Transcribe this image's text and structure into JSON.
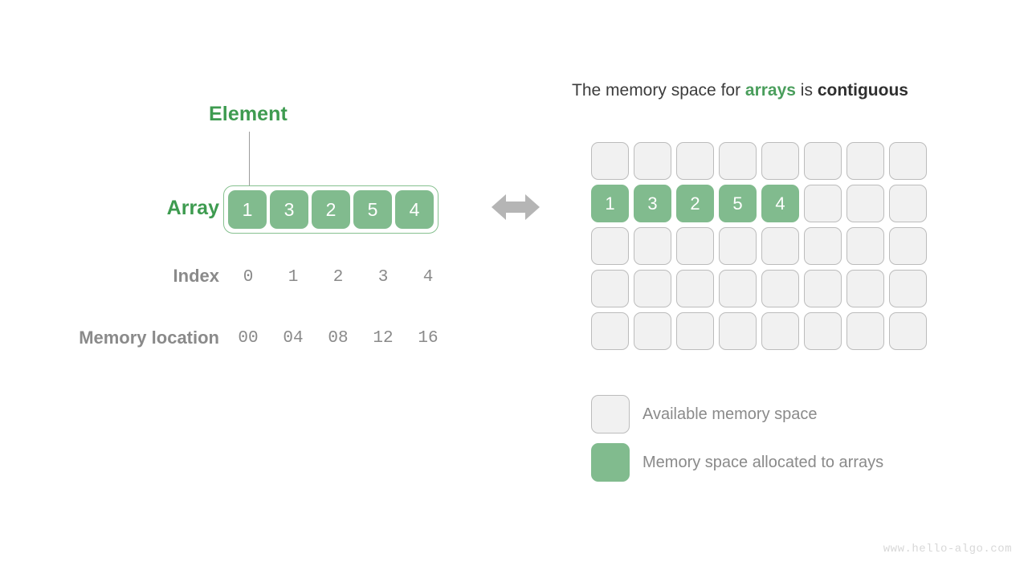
{
  "left_panel": {
    "element_label": "Element",
    "rows": {
      "array_label": "Array",
      "index_label": "Index",
      "memory_label": "Memory location"
    },
    "array_values": [
      "1",
      "3",
      "2",
      "5",
      "4"
    ],
    "index_values": [
      "0",
      "1",
      "2",
      "3",
      "4"
    ],
    "memory_values": [
      "00",
      "04",
      "08",
      "12",
      "16"
    ]
  },
  "arrow": {
    "name": "double-headed-arrow",
    "color": "#b5b5b5"
  },
  "right_panel": {
    "title": {
      "part1": "The memory space for ",
      "highlight": "arrays",
      "part2": " is ",
      "bold": "contiguous"
    },
    "grid": {
      "columns": 8,
      "rows": 5,
      "filled_row_index": 1,
      "filled_values": [
        "1",
        "3",
        "2",
        "5",
        "4"
      ]
    },
    "legend": [
      {
        "type": "available",
        "label": "Available memory space"
      },
      {
        "type": "allocated",
        "label": "Memory space allocated to arrays"
      }
    ]
  },
  "watermark": "www.hello-algo.com",
  "colors": {
    "green_fill": "#81bb8e",
    "green_label": "#3e9b50",
    "green_title": "#4a9e5c",
    "gray_label": "#8a8a8a",
    "cell_bg": "#f1f1f1",
    "cell_border": "#bcbcbc",
    "arrow": "#b5b5b5",
    "watermark": "#d8d8d8"
  }
}
